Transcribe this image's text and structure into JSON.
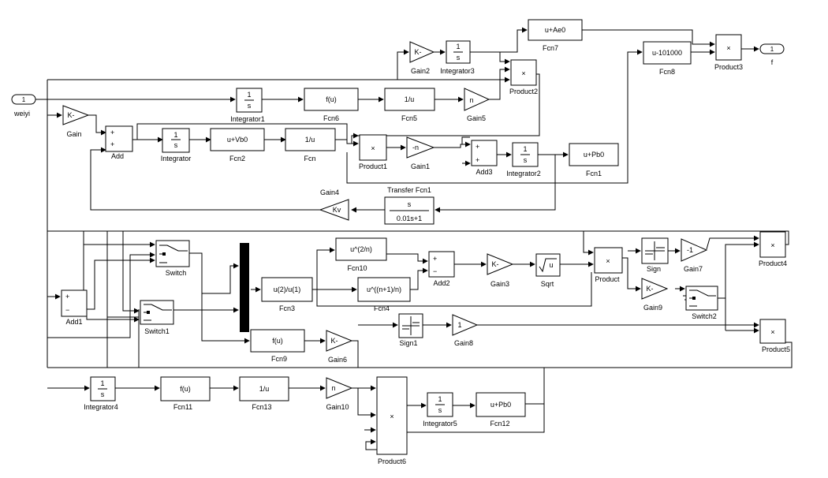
{
  "inport": {
    "num": "1",
    "name": "weiyi"
  },
  "outport": {
    "num": "1",
    "name": "f"
  },
  "blocks": {
    "gain": {
      "sym": "K-",
      "name": "Gain"
    },
    "add": {
      "ports": [
        "+",
        "+"
      ],
      "name": "Add"
    },
    "integrator": {
      "num": "1",
      "den": "s",
      "name": "Integrator"
    },
    "fcn2": {
      "expr": "u+Vb0",
      "name": "Fcn2"
    },
    "fcn": {
      "expr": "1/u",
      "name": "Fcn"
    },
    "product1": {
      "sym": "×",
      "name": "Product1"
    },
    "gain1": {
      "sym": "-n",
      "name": "Gain1"
    },
    "add3": {
      "ports": [
        "+",
        "+"
      ],
      "name": "Add3"
    },
    "integrator2": {
      "num": "1",
      "den": "s",
      "name": "Integrator2"
    },
    "fcn1": {
      "expr": "u+Pb0",
      "name": "Fcn1"
    },
    "integrator1": {
      "num": "1",
      "den": "s",
      "name": "Integrator1"
    },
    "fcn6": {
      "expr": "f(u)",
      "name": "Fcn6"
    },
    "fcn5": {
      "expr": "1/u",
      "name": "Fcn5"
    },
    "gain5": {
      "sym": "n",
      "name": "Gain5"
    },
    "product2": {
      "sym": "×",
      "name": "Product2"
    },
    "gain2": {
      "sym": "K-",
      "name": "Gain2"
    },
    "integrator3": {
      "num": "1",
      "den": "s",
      "name": "Integrator3"
    },
    "fcn7": {
      "expr": "u+Ae0",
      "name": "Fcn7"
    },
    "fcn8": {
      "expr": "u-101000",
      "name": "Fcn8"
    },
    "product3": {
      "sym": "×",
      "name": "Product3"
    },
    "gain4": {
      "sym": "Kv",
      "name": "Gain4"
    },
    "transfer": {
      "num": "s",
      "den": "0.01s+1",
      "name": "Transfer Fcn1"
    },
    "add1": {
      "ports": [
        "+",
        "−"
      ],
      "name": "Add1"
    },
    "switch": {
      "name": "Switch"
    },
    "switch1": {
      "name": "Switch1"
    },
    "fcn3": {
      "expr": "u(2)/u(1)",
      "name": "Fcn3"
    },
    "fcn9": {
      "expr": "f(u)",
      "name": "Fcn9"
    },
    "gain6": {
      "sym": "K-",
      "name": "Gain6"
    },
    "fcn10": {
      "expr": "u^(2/n)",
      "name": "Fcn10"
    },
    "fcn4": {
      "expr": "u^((n+1)/n)",
      "name": "Fcn4"
    },
    "add2": {
      "ports": [
        "+",
        "−"
      ],
      "name": "Add2"
    },
    "gain3": {
      "sym": "K-",
      "name": "Gain3"
    },
    "sqrt": {
      "sym": "√u",
      "name": "Sqrt"
    },
    "product": {
      "sym": "×",
      "name": "Product"
    },
    "sign": {
      "name": "Sign"
    },
    "gain7": {
      "sym": "-1",
      "name": "Gain7"
    },
    "product4": {
      "sym": "×",
      "name": "Product4"
    },
    "gain9": {
      "sym": "K-",
      "name": "Gain9"
    },
    "switch2": {
      "name": "Switch2"
    },
    "sign1": {
      "name": "Sign1"
    },
    "gain8": {
      "sym": "1",
      "name": "Gain8"
    },
    "product5": {
      "sym": "×",
      "name": "Product5"
    },
    "integrator4": {
      "num": "1",
      "den": "s",
      "name": "Integrator4"
    },
    "fcn11": {
      "expr": "f(u)",
      "name": "Fcn11"
    },
    "fcn13": {
      "expr": "1/u",
      "name": "Fcn13"
    },
    "gain10": {
      "sym": "n",
      "name": "Gain10"
    },
    "product6": {
      "sym": "×",
      "name": "Product6"
    },
    "integrator5": {
      "num": "1",
      "den": "s",
      "name": "Integrator5"
    },
    "fcn12": {
      "expr": "u+Pb0",
      "name": "Fcn12"
    }
  }
}
